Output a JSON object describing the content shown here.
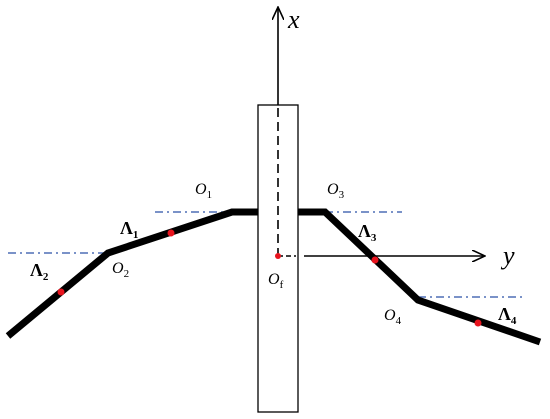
{
  "diagram": {
    "axes": {
      "x": {
        "label": "x"
      },
      "y": {
        "label": "y"
      }
    },
    "origin": {
      "label": "O",
      "subscript": "f"
    },
    "points": [
      {
        "label": "O",
        "subscript": "1"
      },
      {
        "label": "O",
        "subscript": "2"
      },
      {
        "label": "O",
        "subscript": "3"
      },
      {
        "label": "O",
        "subscript": "4"
      }
    ],
    "lambdas": [
      {
        "label": "Λ",
        "subscript": "1"
      },
      {
        "label": "Λ",
        "subscript": "2"
      },
      {
        "label": "Λ",
        "subscript": "3"
      },
      {
        "label": "Λ",
        "subscript": "4"
      }
    ],
    "colors": {
      "body_line": "#000000",
      "marker": "#e8141e",
      "reference_line": "#4f6fb5"
    }
  }
}
